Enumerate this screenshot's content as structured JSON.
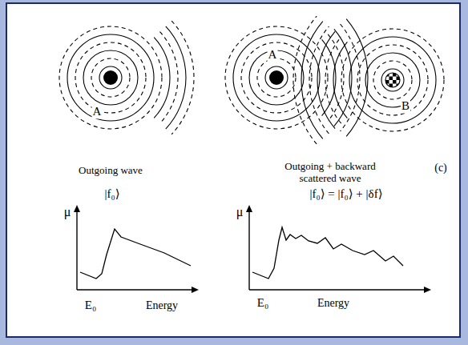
{
  "diagram": {
    "labels": [
      "A",
      "A",
      "B",
      "Outgoing wave",
      "Outgoing + backward scattered wave",
      "(c)",
      "|f₀⟩",
      "|f₀⟩ = |f₀⟩ + |δf⟩",
      "μ",
      "E₀",
      "Energy",
      "μ",
      "E₀",
      "Energy"
    ]
  }
}
